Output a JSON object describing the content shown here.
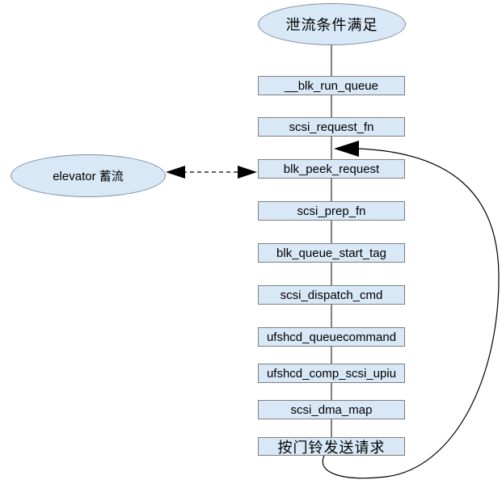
{
  "diagram": {
    "start_node": "泄流条件满足",
    "side_node": "elevator 蓄流",
    "steps": [
      "__blk_run_queue",
      "scsi_request_fn",
      "blk_peek_request",
      "scsi_prep_fn",
      "blk_queue_start_tag",
      "scsi_dispatch_cmd",
      "ufshcd_queuecommand",
      "ufshcd_comp_scsi_upiu",
      "scsi_dma_map",
      "按门铃发送请求"
    ],
    "connections": {
      "main_flow": "vertical line from start ellipse through all steps",
      "dashed_link": "elevator 蓄流 <--> blk_peek_request (dashed, arrows both ends)",
      "feedback_loop": "按门铃发送请求 bottom -> curve right -> arrow into line above blk_peek_request"
    },
    "colors": {
      "node_fill": "#d9e8f6",
      "node_border": "#7f7f7f",
      "line": "#000000",
      "background": "#ffffff"
    }
  }
}
